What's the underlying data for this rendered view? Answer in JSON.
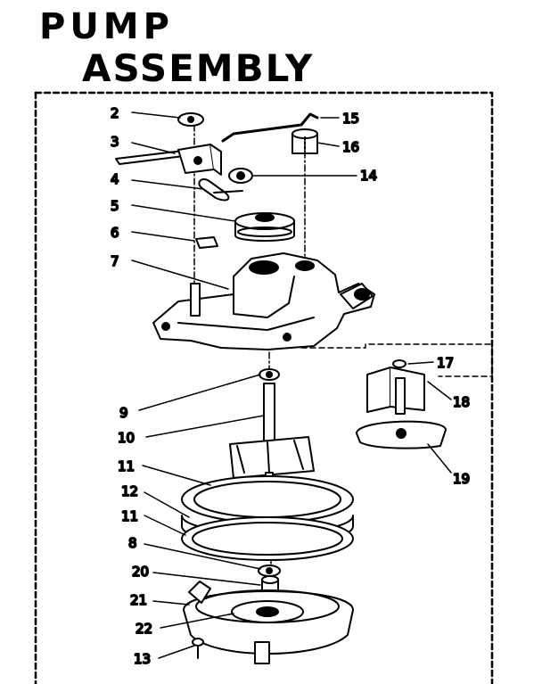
{
  "title": {
    "line1": "PUMP",
    "line2": "ASSEMBLY"
  },
  "parts": {
    "p2": "2",
    "p3": "3",
    "p4": "4",
    "p5": "5",
    "p6": "6",
    "p7": "7",
    "p9": "9",
    "p10": "10",
    "p11a": "11",
    "p12": "12",
    "p11b": "11",
    "p8": "8",
    "p20": "20",
    "p21": "21",
    "p22": "22",
    "p13": "13",
    "p15": "15",
    "p16": "16",
    "p14": "14",
    "p17": "17",
    "p18": "18",
    "p19": "19"
  },
  "colors": {
    "ink": "#000000",
    "paper": "#ffffff"
  }
}
